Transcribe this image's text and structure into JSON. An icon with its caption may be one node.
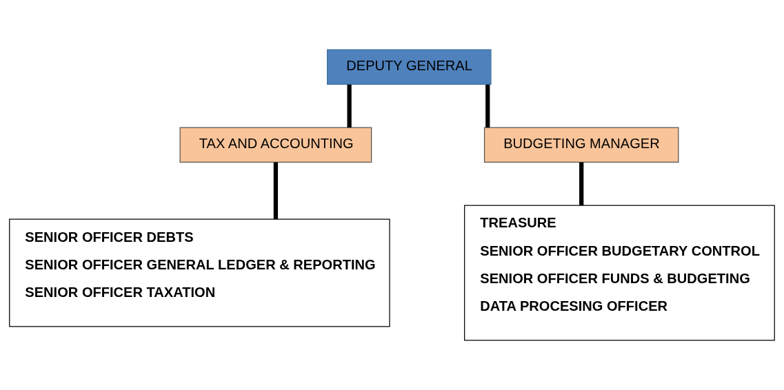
{
  "diagram": {
    "nodes": [
      {
        "text": [
          "DEPUTY GENERAL"
        ]
      },
      {
        "text": [
          "TAX AND ACCOUNTING"
        ]
      },
      {
        "text": [
          "BUDGETING MANAGER"
        ]
      },
      {
        "text": [
          "SENIOR OFFICER DEBTS",
          "SENIOR OFFICER GENERAL LEDGER & REPORTING",
          "SENIOR OFFICER TAXATION"
        ]
      },
      {
        "text": [
          "TREASURE",
          "SENIOR OFFICER BUDGETARY CONTROL",
          "SENIOR OFFICER FUNDS & BUDGETING",
          "DATA PROCESING OFFICER"
        ]
      }
    ],
    "edges": [
      {
        "from": 0,
        "to": 1,
        "arrow": "none"
      },
      {
        "from": 0,
        "to": 2,
        "arrow": "none"
      },
      {
        "from": 1,
        "to": 3,
        "arrow": "none"
      },
      {
        "from": 2,
        "to": 4,
        "arrow": "none"
      }
    ]
  }
}
